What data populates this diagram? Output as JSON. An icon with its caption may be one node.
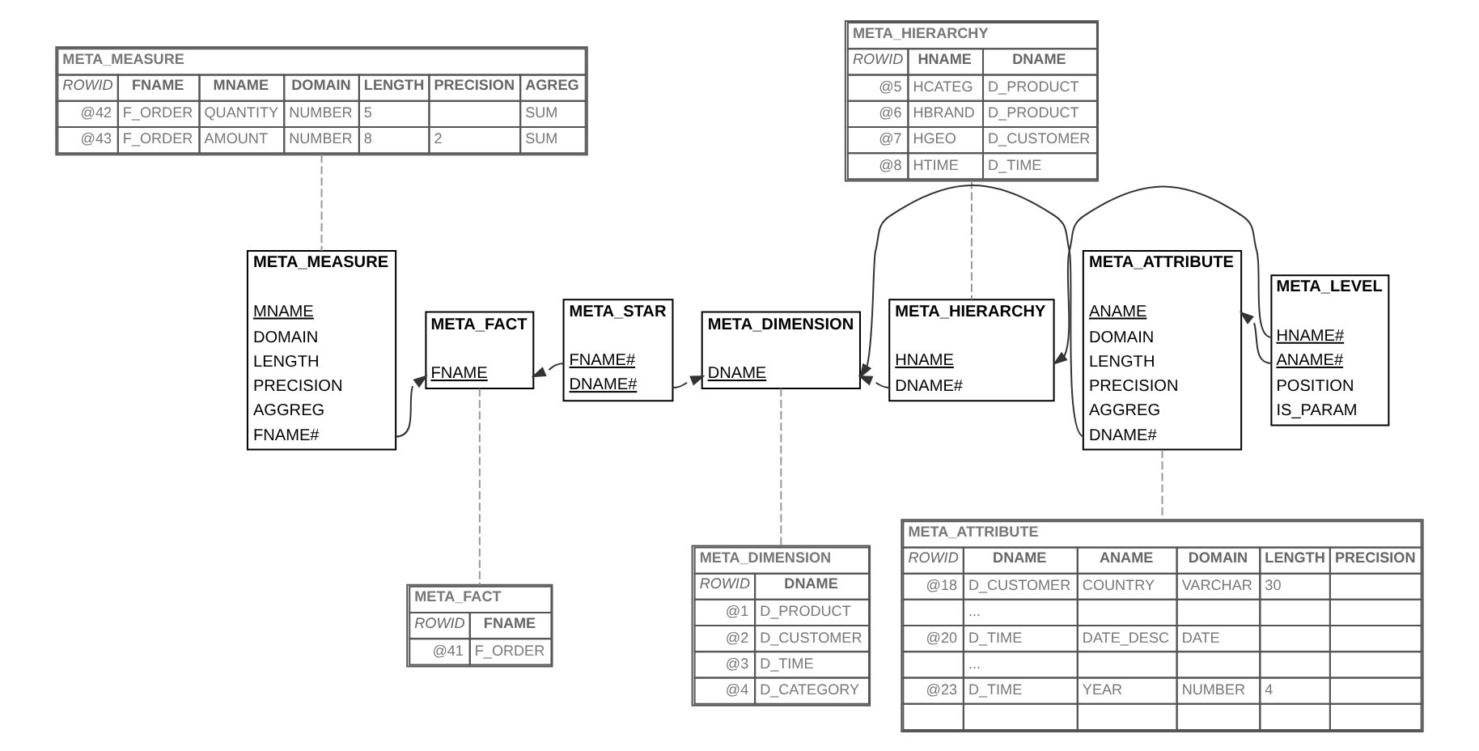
{
  "diagram": {
    "nodes": [
      {
        "text": [
          "META_MEASURE",
          "ROWID",
          "FNAME",
          "MNAME",
          "DOMAIN",
          "LENGTH",
          "PRECISION",
          "AGREG",
          "@42",
          "F_ORDER",
          "QUANTITY",
          "NUMBER",
          "5",
          "SUM",
          "@43",
          "F_ORDER",
          "AMOUNT",
          "NUMBER",
          "8",
          "2",
          "SUM"
        ]
      },
      {
        "text": [
          "META_HIERARCHY",
          "ROWID",
          "HNAME",
          "DNAME",
          "@5",
          "HCATEG",
          "D_PRODUCT",
          "@6",
          "HBRAND",
          "D_PRODUCT",
          "@7",
          "HGEO",
          "D_CUSTOMER",
          "@8",
          "HTIME",
          "D_TIME"
        ]
      },
      {
        "text": [
          "META_MEASURE",
          "MNAME",
          "DOMAIN",
          "LENGTH",
          "PRECISION",
          "AGGREG",
          "FNAME#"
        ]
      },
      {
        "text": [
          "META_FACT",
          "FNAME"
        ]
      },
      {
        "text": [
          "META_STAR",
          "FNAME#",
          "DNAME#"
        ]
      },
      {
        "text": [
          "META_DIMENSION",
          "DNAME"
        ]
      },
      {
        "text": [
          "META_HIERARCHY",
          "HNAME",
          "DNAME#"
        ]
      },
      {
        "text": [
          "META_ATTRIBUTE",
          "ANAME",
          "DOMAIN",
          "LENGTH",
          "PRECISION",
          "AGGREG",
          "DNAME#"
        ]
      },
      {
        "text": [
          "META_LEVEL",
          "HNAME#",
          "ANAME#",
          "POSITION",
          "IS_PARAM"
        ]
      },
      {
        "text": [
          "META_FACT",
          "ROWID",
          "FNAME",
          "@41",
          "F_ORDER"
        ]
      },
      {
        "text": [
          "META_DIMENSION",
          "ROWID",
          "DNAME",
          "@1",
          "D_PRODUCT",
          "@2",
          "D_CUSTOMER",
          "@3",
          "D_TIME",
          "@4",
          "D_CATEGORY"
        ]
      },
      {
        "text": [
          "META_ATTRIBUTE",
          "ROWID",
          "DNAME",
          "ANAME",
          "DOMAIN",
          "LENGTH",
          "PRECISION",
          "@18",
          "D_CUSTOMER",
          "COUNTRY",
          "VARCHAR",
          "30",
          "...",
          "@20",
          "D_TIME",
          "DATE_DESC",
          "DATE",
          "...",
          "@23",
          "D_TIME",
          "YEAR",
          "NUMBER",
          "4"
        ]
      }
    ],
    "edges": [
      {
        "from": 2,
        "to": 3,
        "arrow": "to"
      },
      {
        "from": 4,
        "to": 3,
        "arrow": "to"
      },
      {
        "from": 4,
        "to": 5,
        "arrow": "to"
      },
      {
        "from": 6,
        "to": 5,
        "arrow": "to"
      },
      {
        "from": 7,
        "to": 5,
        "arrow": "to"
      },
      {
        "from": 8,
        "to": 6,
        "arrow": "to"
      },
      {
        "from": 8,
        "to": 7,
        "arrow": "to"
      },
      {
        "from": 0,
        "to": 2,
        "arrow": "none",
        "style": "dashed",
        "color": "#999999"
      },
      {
        "from": 1,
        "to": 6,
        "arrow": "none",
        "style": "dashed",
        "color": "#999999"
      },
      {
        "from": 3,
        "to": 9,
        "arrow": "none",
        "style": "dashed",
        "color": "#999999"
      },
      {
        "from": 5,
        "to": 10,
        "arrow": "none",
        "style": "dashed",
        "color": "#999999"
      },
      {
        "from": 7,
        "to": 11,
        "arrow": "none",
        "style": "dashed",
        "color": "#999999"
      }
    ]
  }
}
